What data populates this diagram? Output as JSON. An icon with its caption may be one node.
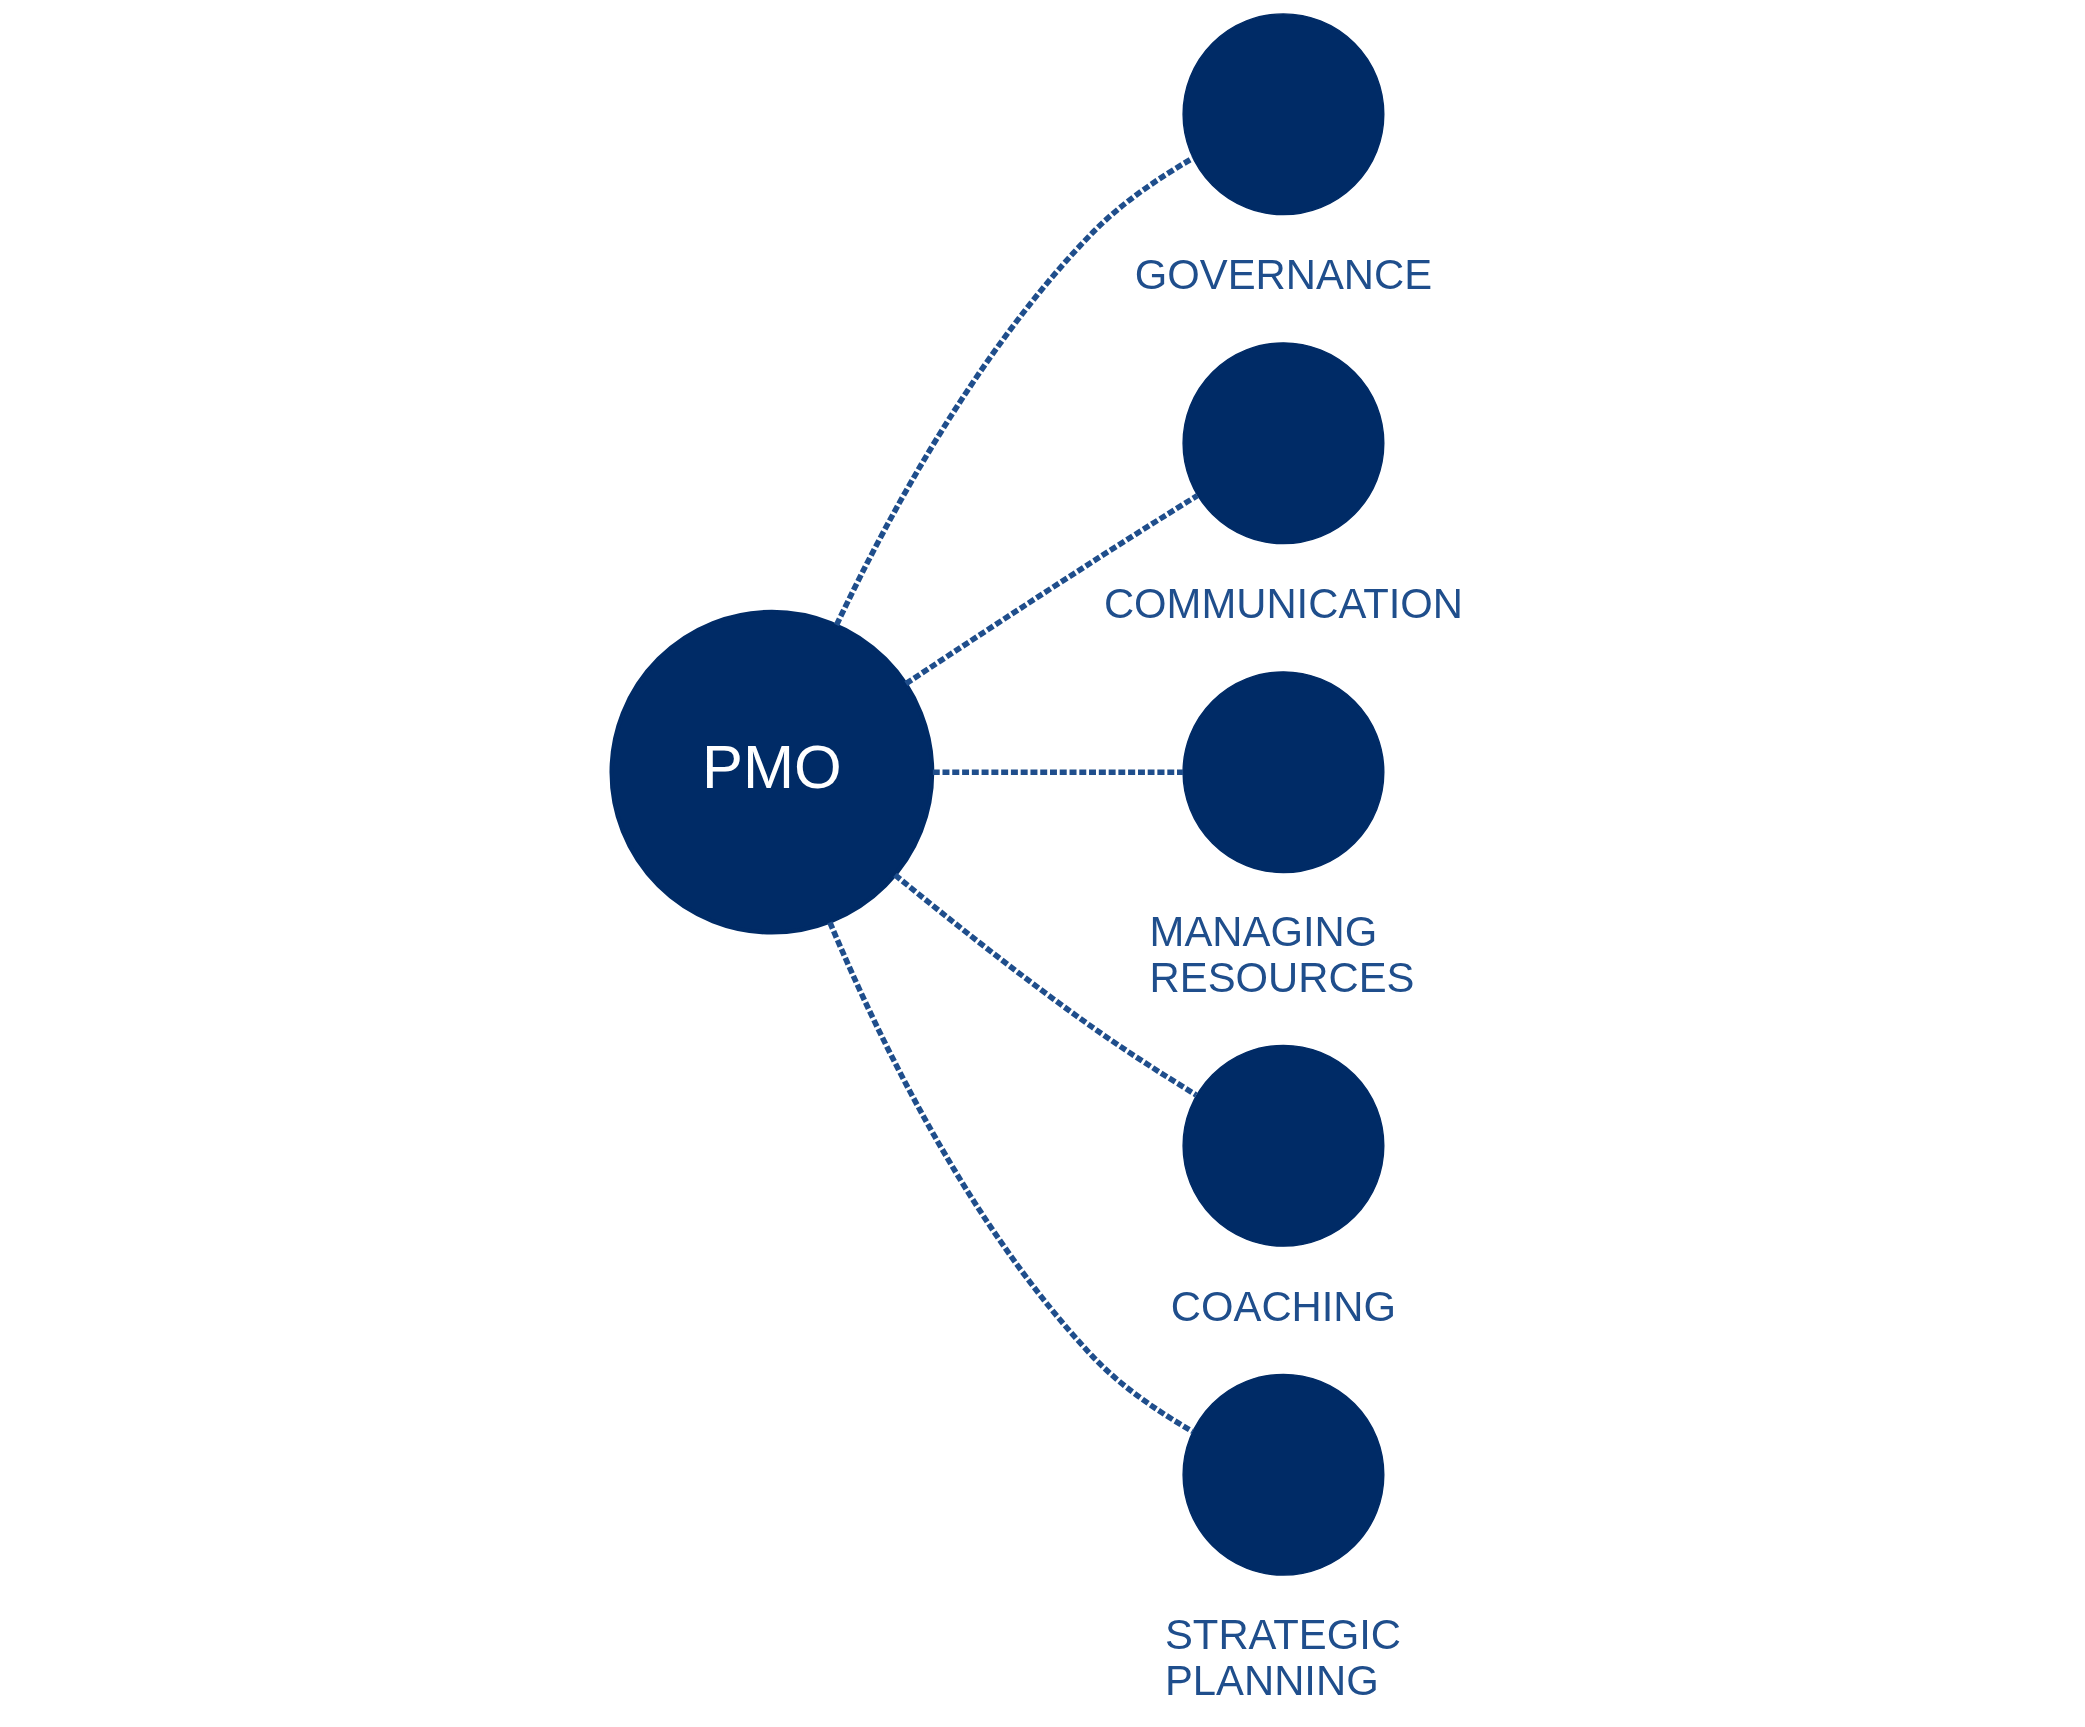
{
  "diagram": {
    "nodes": [
      {
        "text": [
          "PMO"
        ]
      },
      {
        "text": [],
        "shape": "circle",
        "beside": [
          "GOVERNANCE"
        ]
      },
      {
        "text": [],
        "shape": "circle",
        "beside": [
          "COMMUNICATION"
        ]
      },
      {
        "text": [],
        "shape": "circle",
        "beside": [
          "MANAGING RESOURCES"
        ]
      },
      {
        "text": [],
        "shape": "circle",
        "beside": [
          "COACHING"
        ]
      },
      {
        "text": [],
        "shape": "circle",
        "beside": [
          "STRATEGIC PLANNING"
        ]
      }
    ],
    "edges": [
      {
        "from": 0,
        "to": 1,
        "arrow": "none",
        "style": "dashed"
      },
      {
        "from": 0,
        "to": 2,
        "arrow": "none",
        "style": "dashed"
      },
      {
        "from": 0,
        "to": 3,
        "arrow": "none",
        "style": "dashed"
      },
      {
        "from": 0,
        "to": 4,
        "arrow": "none",
        "style": "dashed"
      },
      {
        "from": 0,
        "to": 5,
        "arrow": "none",
        "style": "dashed"
      }
    ]
  }
}
